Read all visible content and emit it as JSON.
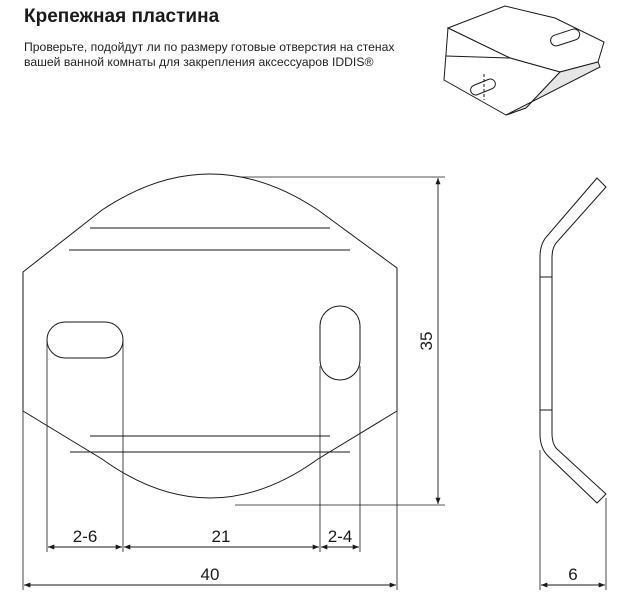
{
  "header": {
    "title": "Крепежная пластина",
    "description": "Проверьте, подойдут ли по размеру готовые отверстия на стенах вашей ванной комнаты для закрепления аксессуаров IDDIS®"
  },
  "dimensions": {
    "left_offset": "2-6",
    "hole_spacing": "21",
    "right_offset": "2-4",
    "total_width": "40",
    "height": "35",
    "thickness": "6"
  },
  "colors": {
    "line": "#1a1a1a",
    "fill": "#ffffff",
    "shade": "#e6e6e6"
  }
}
